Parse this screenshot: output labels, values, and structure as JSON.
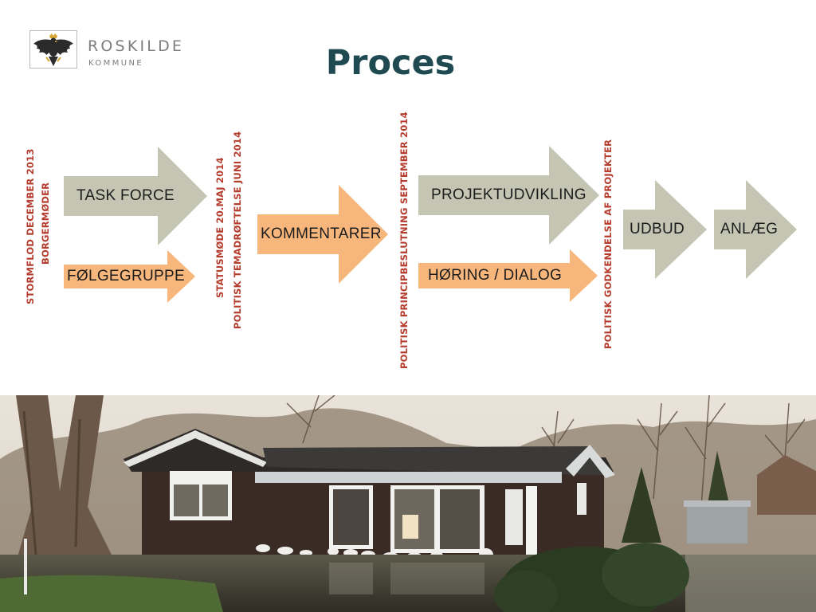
{
  "logo": {
    "word1": "ROSKILDE",
    "word2": "KOMMUNE",
    "icon": "eagle-crest-icon"
  },
  "title": "Proces",
  "milestones": {
    "m1": [
      "STORMFLOD DECEMBER 2013",
      "BORGERMØDER"
    ],
    "m2": [
      "STATUSMØDE 20.MAJ 2014",
      "POLITISK TEMADRØFTELSE JUNI 2014"
    ],
    "m3": [
      "POLITISK PRINCIPBESLUTNING SEPTEMBER 2014"
    ],
    "m4": [
      "POLITISK GODKENDELSE AF PROJEKTER"
    ]
  },
  "arrows": {
    "task_force": "TASK FORCE",
    "folgegruppe": "FØLGEGRUPPE",
    "kommentarer": "KOMMENTARER",
    "projektudvikling": "PROJEKTUDVIKLING",
    "horing": "HØRING / DIALOG",
    "udbud": "UDBUD",
    "anlaeg": "ANLÆG"
  },
  "colors": {
    "gray_arrow": "#c4c5b3",
    "orange_arrow": "#f7b77c",
    "milestone_text": "#b53d2e",
    "title": "#1f4a52"
  },
  "photo": {
    "subject": "flooded-house-photo"
  }
}
